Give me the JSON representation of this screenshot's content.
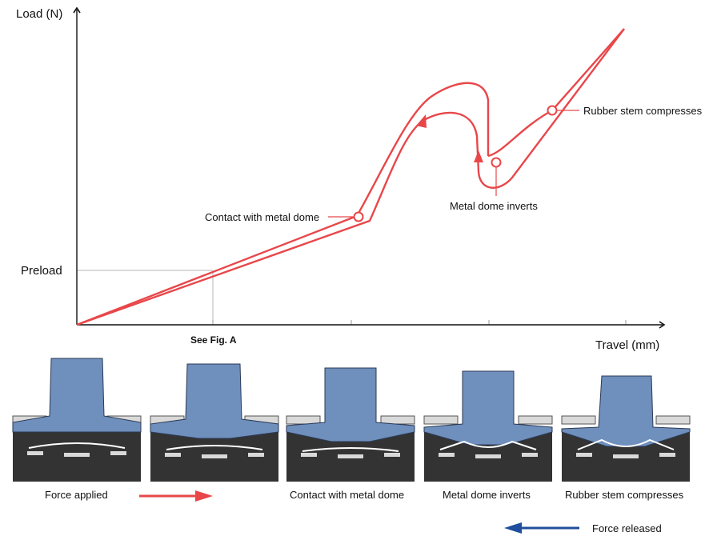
{
  "chart": {
    "y_axis_title": "Load (N)",
    "x_axis_title": "Travel (mm)",
    "preload_label": "Preload",
    "tick_label": "See Fig. A",
    "annotations": {
      "contact": "Contact with metal dome",
      "inverts": "Metal dome inverts",
      "compresses": "Rubber stem compresses"
    },
    "curve_color": "#e8474a"
  },
  "stages": [
    {
      "caption": ""
    },
    {
      "caption": ""
    },
    {
      "caption": "Contact with metal dome"
    },
    {
      "caption": "Metal dome inverts"
    },
    {
      "caption": "Rubber stem compresses"
    }
  ],
  "legend": {
    "force_applied": "Force applied",
    "force_released": "Force released",
    "applied_color": "#e8474a",
    "released_color": "#1f4e9c"
  },
  "colors": {
    "stem": "#6f8fbd",
    "stem_stroke": "#2b3a55",
    "housing": "#333333",
    "plate": "#d9d9d9"
  }
}
